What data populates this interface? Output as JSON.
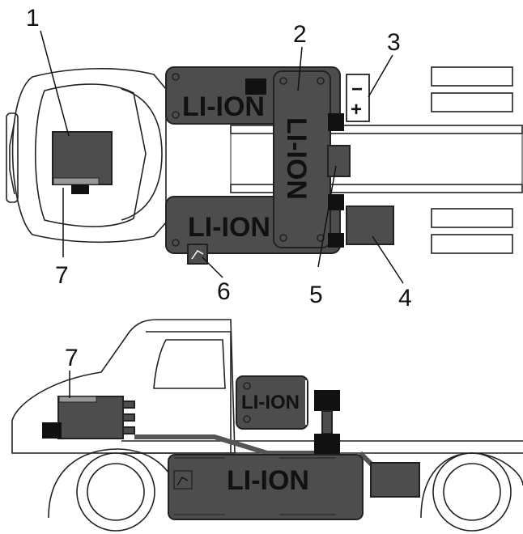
{
  "callouts": {
    "c1": "1",
    "c2": "2",
    "c3": "3",
    "c4": "4",
    "c5": "5",
    "c6": "6",
    "c7_top": "7",
    "c7_side": "7"
  },
  "batteries": {
    "top_upper": "LI-ION",
    "top_lower": "LI-ION",
    "top_vertical": "LI-ION",
    "side_upper": "LI-ION",
    "side_lower": "LI-ION"
  },
  "terminal": {
    "minus": "−",
    "plus": "+"
  },
  "colors": {
    "battery_fill": "#4d4d4d",
    "outline": "#222222",
    "black": "#111111"
  }
}
